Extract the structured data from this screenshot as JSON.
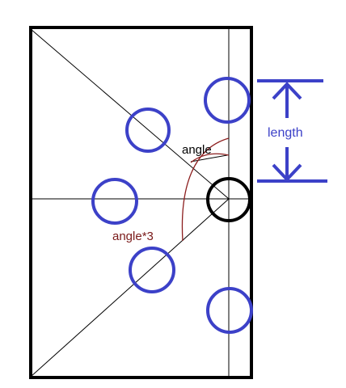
{
  "labels": {
    "angle": "angle",
    "angle_times_3": "angle*3",
    "length": "length"
  },
  "colors": {
    "frame": "#000000",
    "guide_line": "#000000",
    "blue": "#3c41c8",
    "arc": "#8c1e1e",
    "angle_triple_text": "#7a1a1a",
    "length_text": "#3c41c8",
    "background": "#ffffff"
  }
}
